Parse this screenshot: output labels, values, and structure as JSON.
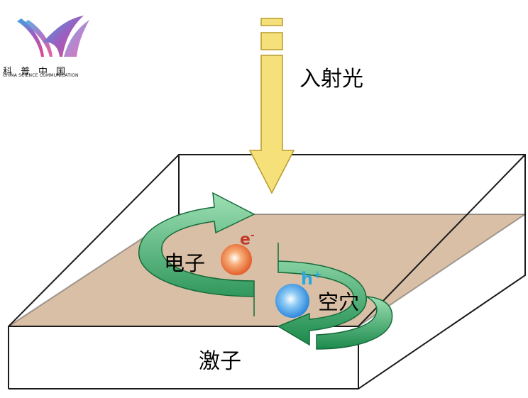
{
  "logo": {
    "name_cn": "科普中国",
    "name_en": "CHINA SCIENCE COMMUNICATION"
  },
  "labels": {
    "incident_light": "入射光",
    "electron": "电子",
    "electron_symbol": "e",
    "electron_charge": "-",
    "hole": "空穴",
    "hole_symbol": "h",
    "hole_charge": "+",
    "exciton": "激子"
  },
  "colors": {
    "arrow_fill": "#f5e07a",
    "arrow_stroke": "#b89a2a",
    "slab_surface": "#d9bfa6",
    "orbit_green": "#1e8c4e",
    "orbit_light": "#8fd4a8",
    "electron": "#e8622a",
    "hole": "#2c8fe0",
    "electron_label": "#c0392b",
    "hole_label": "#29a8e0"
  }
}
